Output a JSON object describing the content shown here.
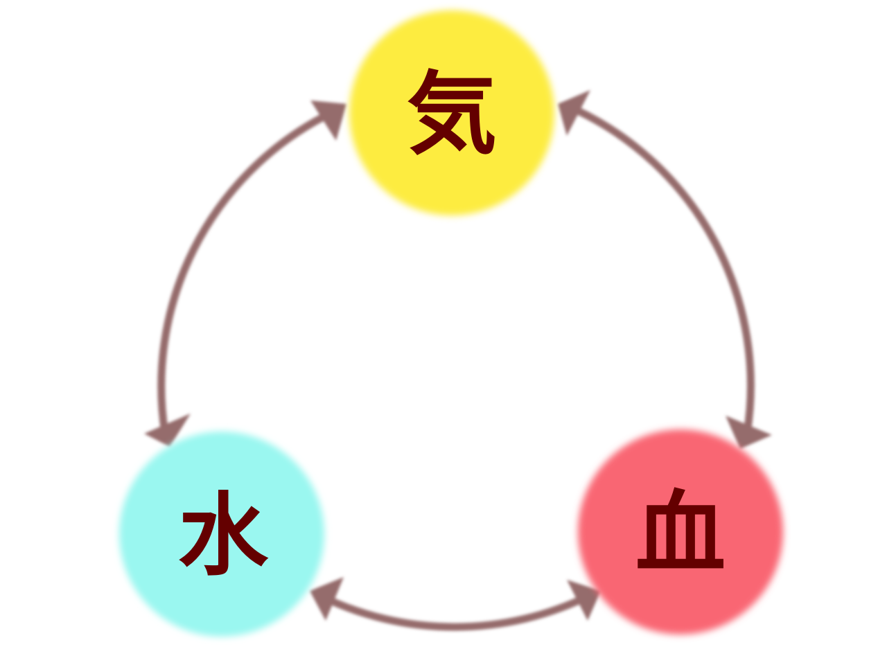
{
  "nodes": [
    {
      "id": "ki",
      "label": "気",
      "color": "#fdec3f"
    },
    {
      "id": "ketsu",
      "label": "血",
      "color": "#f96673"
    },
    {
      "id": "sui",
      "label": "水",
      "color": "#9af7f0"
    }
  ],
  "colors": {
    "arrow": "#956c6c",
    "label": "#640000",
    "background": "#ffffff"
  }
}
